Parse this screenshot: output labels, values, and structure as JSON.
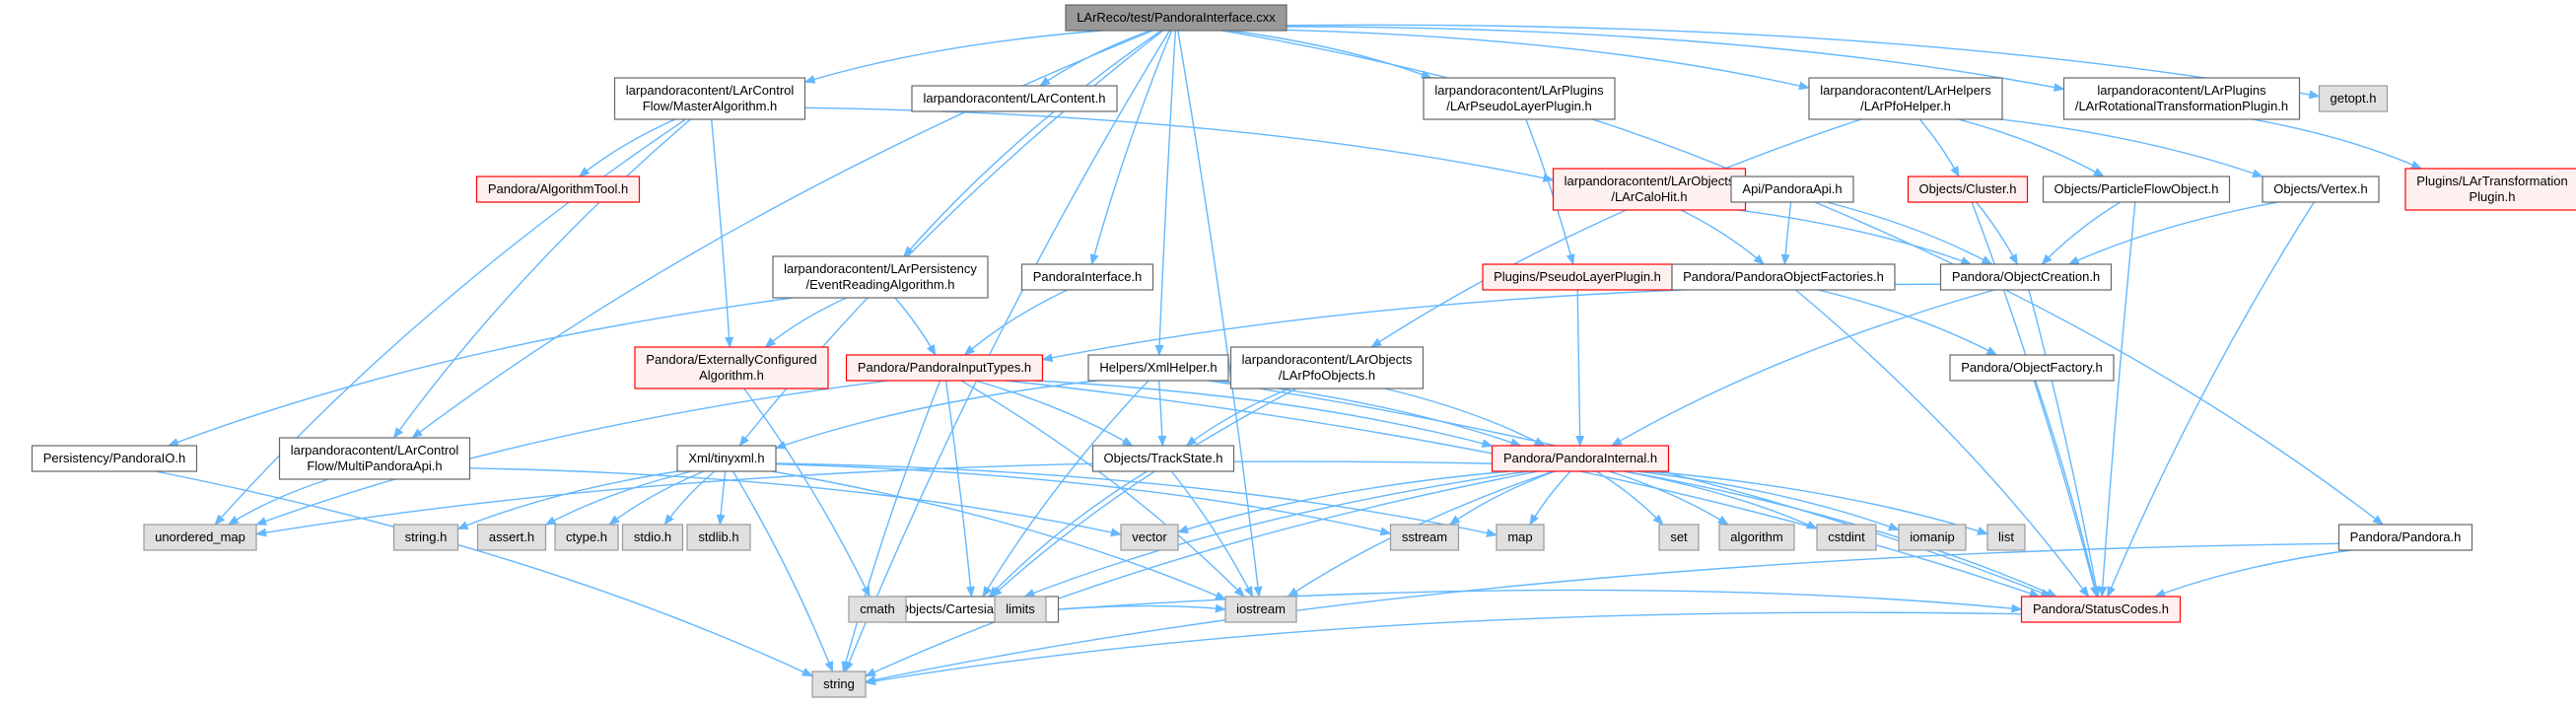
{
  "colors": {
    "edge": "#63b8ff",
    "root_fill": "#999999",
    "root_stroke": "#666666",
    "normal_fill": "#ffffff",
    "normal_stroke": "#666666",
    "incomplete_fill": "#fff0f0",
    "incomplete_stroke": "#ff0000",
    "external_fill": "#e0e0e0",
    "external_stroke": "#999999"
  },
  "nodes": [
    {
      "id": "root",
      "lines": [
        "LArReco/test/PandoraInterface.cxx"
      ],
      "kind": "root"
    },
    {
      "id": "masteralg",
      "lines": [
        "larpandoracontent/LArControl",
        "Flow/MasterAlgorithm.h"
      ],
      "kind": "normal"
    },
    {
      "id": "larcontent",
      "lines": [
        "larpandoracontent/LArContent.h"
      ],
      "kind": "normal"
    },
    {
      "id": "pseudolayer",
      "lines": [
        "larpandoracontent/LArPlugins",
        "/LArPseudoLayerPlugin.h"
      ],
      "kind": "normal"
    },
    {
      "id": "pfohelper",
      "lines": [
        "larpandoracontent/LArHelpers",
        "/LArPfoHelper.h"
      ],
      "kind": "normal"
    },
    {
      "id": "rotational",
      "lines": [
        "larpandoracontent/LArPlugins",
        "/LArRotationalTransformationPlugin.h"
      ],
      "kind": "normal"
    },
    {
      "id": "getopt",
      "lines": [
        "getopt.h"
      ],
      "kind": "external"
    },
    {
      "id": "algtool",
      "lines": [
        "Pandora/AlgorithmTool.h"
      ],
      "kind": "incomplete"
    },
    {
      "id": "calohit",
      "lines": [
        "larpandoracontent/LArObjects",
        "/LArCaloHit.h"
      ],
      "kind": "incomplete"
    },
    {
      "id": "pandoraapi",
      "lines": [
        "Api/PandoraApi.h"
      ],
      "kind": "normal"
    },
    {
      "id": "cluster",
      "lines": [
        "Objects/Cluster.h"
      ],
      "kind": "incomplete"
    },
    {
      "id": "pfobject",
      "lines": [
        "Objects/ParticleFlowObject.h"
      ],
      "kind": "normal"
    },
    {
      "id": "vertex",
      "lines": [
        "Objects/Vertex.h"
      ],
      "kind": "normal"
    },
    {
      "id": "lartransform",
      "lines": [
        "Plugins/LArTransformation",
        "Plugin.h"
      ],
      "kind": "incomplete"
    },
    {
      "id": "eventreading",
      "lines": [
        "larpandoracontent/LArPersistency",
        "/EventReadingAlgorithm.h"
      ],
      "kind": "normal"
    },
    {
      "id": "pandorainterface",
      "lines": [
        "PandoraInterface.h"
      ],
      "kind": "normal"
    },
    {
      "id": "pseudoplugin",
      "lines": [
        "Plugins/PseudoLayerPlugin.h"
      ],
      "kind": "incomplete"
    },
    {
      "id": "objfactories",
      "lines": [
        "Pandora/PandoraObjectFactories.h"
      ],
      "kind": "normal"
    },
    {
      "id": "objcreation",
      "lines": [
        "Pandora/ObjectCreation.h"
      ],
      "kind": "normal"
    },
    {
      "id": "extconfig",
      "lines": [
        "Pandora/ExternallyConfigured",
        "Algorithm.h"
      ],
      "kind": "incomplete"
    },
    {
      "id": "inputtypes",
      "lines": [
        "Pandora/PandoraInputTypes.h"
      ],
      "kind": "incomplete"
    },
    {
      "id": "xmlhelper",
      "lines": [
        "Helpers/XmlHelper.h"
      ],
      "kind": "normal"
    },
    {
      "id": "pfoobjects",
      "lines": [
        "larpandoracontent/LArObjects",
        "/LArPfoObjects.h"
      ],
      "kind": "normal"
    },
    {
      "id": "objfactory",
      "lines": [
        "Pandora/ObjectFactory.h"
      ],
      "kind": "normal"
    },
    {
      "id": "persistio",
      "lines": [
        "Persistency/PandoraIO.h"
      ],
      "kind": "normal"
    },
    {
      "id": "multiapi",
      "lines": [
        "larpandoracontent/LArControl",
        "Flow/MultiPandoraApi.h"
      ],
      "kind": "normal"
    },
    {
      "id": "tinyxml",
      "lines": [
        "Xml/tinyxml.h"
      ],
      "kind": "normal"
    },
    {
      "id": "trackstate",
      "lines": [
        "Objects/TrackState.h"
      ],
      "kind": "normal"
    },
    {
      "id": "pandorainternal",
      "lines": [
        "Pandora/PandoraInternal.h"
      ],
      "kind": "incomplete"
    },
    {
      "id": "unordered_map",
      "lines": [
        "unordered_map"
      ],
      "kind": "external"
    },
    {
      "id": "string_h",
      "lines": [
        "string.h"
      ],
      "kind": "external"
    },
    {
      "id": "assert_h",
      "lines": [
        "assert.h"
      ],
      "kind": "external"
    },
    {
      "id": "ctype_h",
      "lines": [
        "ctype.h"
      ],
      "kind": "external"
    },
    {
      "id": "stdio_h",
      "lines": [
        "stdio.h"
      ],
      "kind": "external"
    },
    {
      "id": "stdlib_h",
      "lines": [
        "stdlib.h"
      ],
      "kind": "external"
    },
    {
      "id": "vector",
      "lines": [
        "vector"
      ],
      "kind": "external"
    },
    {
      "id": "sstream",
      "lines": [
        "sstream"
      ],
      "kind": "external"
    },
    {
      "id": "map",
      "lines": [
        "map"
      ],
      "kind": "external"
    },
    {
      "id": "set",
      "lines": [
        "set"
      ],
      "kind": "external"
    },
    {
      "id": "algorithm",
      "lines": [
        "algorithm"
      ],
      "kind": "external"
    },
    {
      "id": "cstdint",
      "lines": [
        "cstdint"
      ],
      "kind": "external"
    },
    {
      "id": "iomanip",
      "lines": [
        "iomanip"
      ],
      "kind": "external"
    },
    {
      "id": "list",
      "lines": [
        "list"
      ],
      "kind": "external"
    },
    {
      "id": "pandora_h",
      "lines": [
        "Pandora/Pandora.h"
      ],
      "kind": "normal"
    },
    {
      "id": "cartesian",
      "lines": [
        "Objects/CartesianVector.h"
      ],
      "kind": "normal"
    },
    {
      "id": "cmath",
      "lines": [
        "cmath"
      ],
      "kind": "external"
    },
    {
      "id": "limits",
      "lines": [
        "limits"
      ],
      "kind": "external"
    },
    {
      "id": "iostream",
      "lines": [
        "iostream"
      ],
      "kind": "external"
    },
    {
      "id": "statuscodes",
      "lines": [
        "Pandora/StatusCodes.h"
      ],
      "kind": "incomplete"
    },
    {
      "id": "string",
      "lines": [
        "string"
      ],
      "kind": "external"
    }
  ],
  "edges": [
    [
      "root",
      "masteralg"
    ],
    [
      "root",
      "larcontent"
    ],
    [
      "root",
      "pseudolayer"
    ],
    [
      "root",
      "pfohelper"
    ],
    [
      "root",
      "rotational"
    ],
    [
      "root",
      "getopt"
    ],
    [
      "root",
      "pandoraapi"
    ],
    [
      "root",
      "eventreading"
    ],
    [
      "root",
      "pandorainterface"
    ],
    [
      "root",
      "xmlhelper"
    ],
    [
      "root",
      "multiapi"
    ],
    [
      "root",
      "tinyxml"
    ],
    [
      "root",
      "iostream"
    ],
    [
      "root",
      "string"
    ],
    [
      "masteralg",
      "algtool"
    ],
    [
      "masteralg",
      "calohit"
    ],
    [
      "masteralg",
      "extconfig"
    ],
    [
      "masteralg",
      "multiapi"
    ],
    [
      "masteralg",
      "unordered_map"
    ],
    [
      "pseudolayer",
      "pseudoplugin"
    ],
    [
      "pfohelper",
      "cluster"
    ],
    [
      "pfohelper",
      "pfobject"
    ],
    [
      "pfohelper",
      "vertex"
    ],
    [
      "pfohelper",
      "pfoobjects"
    ],
    [
      "rotational",
      "lartransform"
    ],
    [
      "calohit",
      "objfactories"
    ],
    [
      "calohit",
      "objcreation"
    ],
    [
      "pandoraapi",
      "objfactories"
    ],
    [
      "pandoraapi",
      "objcreation"
    ],
    [
      "pandoraapi",
      "pandora_h"
    ],
    [
      "cluster",
      "objcreation"
    ],
    [
      "cluster",
      "statuscodes"
    ],
    [
      "pfobject",
      "objcreation"
    ],
    [
      "pfobject",
      "statuscodes"
    ],
    [
      "vertex",
      "objcreation"
    ],
    [
      "vertex",
      "statuscodes"
    ],
    [
      "eventreading",
      "extconfig"
    ],
    [
      "eventreading",
      "inputtypes"
    ],
    [
      "eventreading",
      "persistio"
    ],
    [
      "pandorainterface",
      "inputtypes"
    ],
    [
      "pseudoplugin",
      "pandorainternal"
    ],
    [
      "objfactories",
      "objfactory"
    ],
    [
      "objfactories",
      "statuscodes"
    ],
    [
      "objcreation",
      "inputtypes"
    ],
    [
      "objcreation",
      "pandorainternal"
    ],
    [
      "objcreation",
      "statuscodes"
    ],
    [
      "extconfig",
      "cmath"
    ],
    [
      "inputtypes",
      "trackstate"
    ],
    [
      "inputtypes",
      "pandorainternal"
    ],
    [
      "inputtypes",
      "cartesian"
    ],
    [
      "inputtypes",
      "statuscodes"
    ],
    [
      "inputtypes",
      "unordered_map"
    ],
    [
      "inputtypes",
      "string"
    ],
    [
      "inputtypes",
      "iostream"
    ],
    [
      "xmlhelper",
      "tinyxml"
    ],
    [
      "xmlhelper",
      "trackstate"
    ],
    [
      "xmlhelper",
      "cartesian"
    ],
    [
      "xmlhelper",
      "pandorainternal"
    ],
    [
      "xmlhelper",
      "statuscodes"
    ],
    [
      "pfoobjects",
      "trackstate"
    ],
    [
      "pfoobjects",
      "cartesian"
    ],
    [
      "pfoobjects",
      "pandorainternal"
    ],
    [
      "objfactory",
      "statuscodes"
    ],
    [
      "persistio",
      "string"
    ],
    [
      "multiapi",
      "unordered_map"
    ],
    [
      "multiapi",
      "vector"
    ],
    [
      "tinyxml",
      "string_h"
    ],
    [
      "tinyxml",
      "assert_h"
    ],
    [
      "tinyxml",
      "ctype_h"
    ],
    [
      "tinyxml",
      "stdio_h"
    ],
    [
      "tinyxml",
      "stdlib_h"
    ],
    [
      "tinyxml",
      "string"
    ],
    [
      "tinyxml",
      "iostream"
    ],
    [
      "tinyxml",
      "sstream"
    ],
    [
      "tinyxml",
      "map"
    ],
    [
      "trackstate",
      "cartesian"
    ],
    [
      "trackstate",
      "iostream"
    ],
    [
      "pandorainternal",
      "unordered_map"
    ],
    [
      "pandorainternal",
      "vector"
    ],
    [
      "pandorainternal",
      "sstream"
    ],
    [
      "pandorainternal",
      "map"
    ],
    [
      "pandorainternal",
      "set"
    ],
    [
      "pandorainternal",
      "algorithm"
    ],
    [
      "pandorainternal",
      "cstdint"
    ],
    [
      "pandorainternal",
      "iomanip"
    ],
    [
      "pandorainternal",
      "list"
    ],
    [
      "pandorainternal",
      "cartesian"
    ],
    [
      "pandorainternal",
      "iostream"
    ],
    [
      "pandorainternal",
      "statuscodes"
    ],
    [
      "pandorainternal",
      "string"
    ],
    [
      "pandora_h",
      "statuscodes"
    ],
    [
      "pandora_h",
      "string"
    ],
    [
      "cartesian",
      "cmath"
    ],
    [
      "cartesian",
      "limits"
    ],
    [
      "cartesian",
      "iostream"
    ],
    [
      "cartesian",
      "statuscodes"
    ],
    [
      "statuscodes",
      "string"
    ]
  ]
}
